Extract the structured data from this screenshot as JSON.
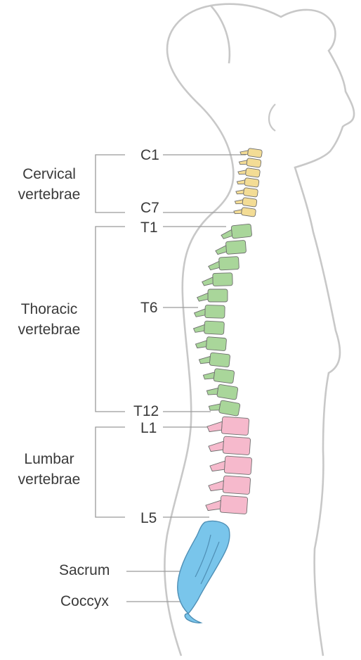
{
  "groups": {
    "cervical": {
      "line1": "Cervical",
      "line2": "vertebrae"
    },
    "thoracic": {
      "line1": "Thoracic",
      "line2": "vertebrae"
    },
    "lumbar": {
      "line1": "Lumbar",
      "line2": "vertebrae"
    }
  },
  "labels": {
    "c1": "C1",
    "c7": "C7",
    "t1": "T1",
    "t6": "T6",
    "t12": "T12",
    "l1": "L1",
    "l5": "L5",
    "sacrum": "Sacrum",
    "coccyx": "Coccyx"
  },
  "colors": {
    "outline": "#c8c8c8",
    "leader": "#9a9a9a",
    "cervical": "#f3dc95",
    "thoracic": "#a9d69a",
    "lumbar": "#f6b9cc",
    "sacrum": "#79c5eb",
    "bone_stroke": "#6f6f6f"
  }
}
